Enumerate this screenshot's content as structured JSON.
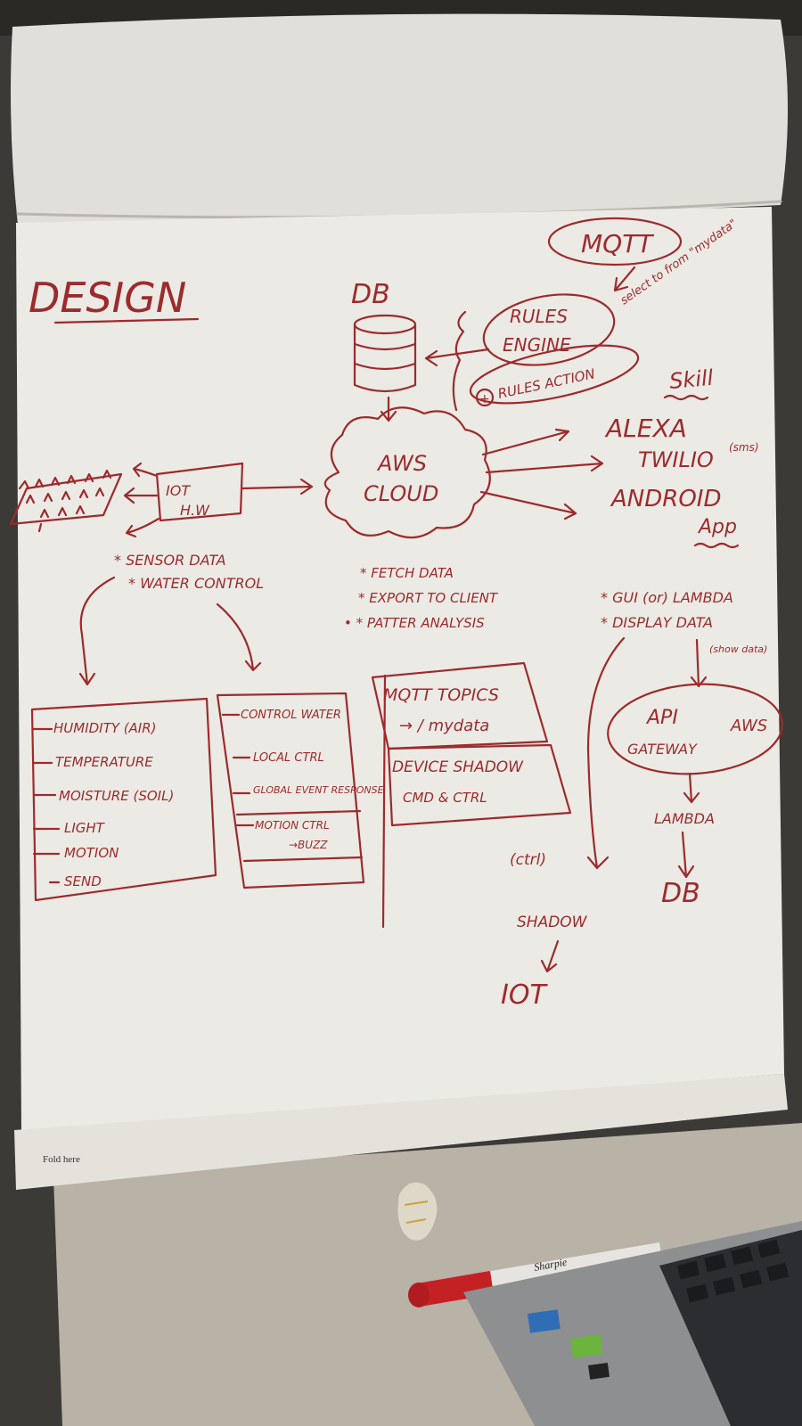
{
  "board": {
    "title": "DESIGN",
    "fold_label": "Fold here"
  },
  "top_right": {
    "mqtt": "MQTT",
    "side_note": "select to from \"mydata\"",
    "rules_engine_line1": "RULES",
    "rules_engine_line2": "ENGINE",
    "rules_action": "RULES ACTION",
    "plus": "+",
    "skill": "Skill"
  },
  "db_top": {
    "label": "DB"
  },
  "cloud": {
    "line1": "AWS",
    "line2": "CLOUD"
  },
  "iot_hw": {
    "line1": "IOT",
    "line2": "H.W"
  },
  "outputs": {
    "alexa": "ALEXA",
    "twilio": "TWILIO",
    "twilio_note": "(sms)",
    "android": "ANDROID",
    "app": "App"
  },
  "hw_notes": [
    "* SENSOR DATA",
    "* WATER CONTROL"
  ],
  "cloud_notes": [
    "* FETCH DATA",
    "* EXPORT TO CLIENT",
    "• * PATTER ANALYSIS"
  ],
  "app_notes": {
    "line1": "* GUI (or) LAMBDA",
    "line2": "* DISPLAY DATA",
    "show_data": "(show data)"
  },
  "sensor_box": {
    "items": [
      "HUMIDITY (AIR)",
      "TEMPERATURE",
      "MOISTURE (SOIL)",
      "LIGHT",
      "MOTION",
      "SEND"
    ]
  },
  "control_box": {
    "items": [
      "CONTROL WATER",
      "LOCAL CTRL",
      "GLOBAL EVENT RESPONSE"
    ],
    "motion": "MOTION CTRL",
    "buzz": "→BUZZ"
  },
  "mqtt_box": {
    "title": "MQTT TOPICS",
    "topic": "→ / mydata",
    "shadow_title": "DEVICE SHADOW",
    "shadow_sub": "CMD & CTRL"
  },
  "flow_bottom": {
    "ctrl": "(ctrl)",
    "shadow": "SHADOW",
    "iot": "IOT"
  },
  "api_flow": {
    "api_line1": "API",
    "api_line2": "GATEWAY",
    "aws": "AWS",
    "lambda": "LAMBDA",
    "db": "DB"
  },
  "laptop": {
    "marker_brand": "Sharpie"
  },
  "colors": {
    "ink": "#9c2b2e",
    "paper": "#eceae4",
    "background": "#3a3935",
    "desk": "#b9b3a8",
    "marker": "#c42124"
  }
}
